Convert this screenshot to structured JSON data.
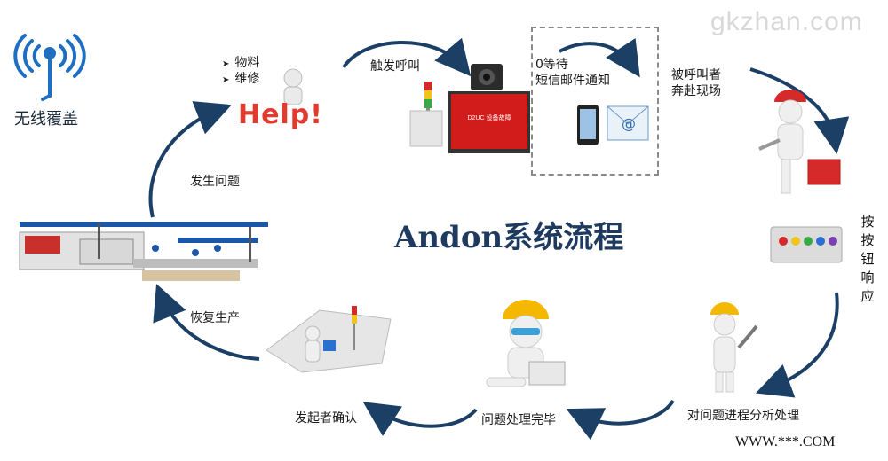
{
  "watermark": "gkzhan.com",
  "title": "Andon系统流程",
  "wifi": {
    "label": "无线覆盖"
  },
  "steps": {
    "help_items": [
      "物料",
      "维修"
    ],
    "help_word": "Help!",
    "trigger_call": "触发呼叫",
    "monitor_text": "D2UC 设备故障",
    "notify_line1": "0等待",
    "notify_line2": "短信邮件通知",
    "rush_line1": "被呼叫者",
    "rush_line2": "奔赴现场",
    "press_button": "按按钮响应",
    "analyze": "对问题进程分析处理",
    "done": "问题处理完毕",
    "confirm": "发起者确认",
    "resume": "恢复生产",
    "problem": "发生问题"
  },
  "footer": "WWW.***.COM",
  "colors": {
    "arrow": "#1c3f66",
    "title": "#1f3a5f",
    "wifi": "#1e6fc2",
    "hat": "#f5b800"
  }
}
